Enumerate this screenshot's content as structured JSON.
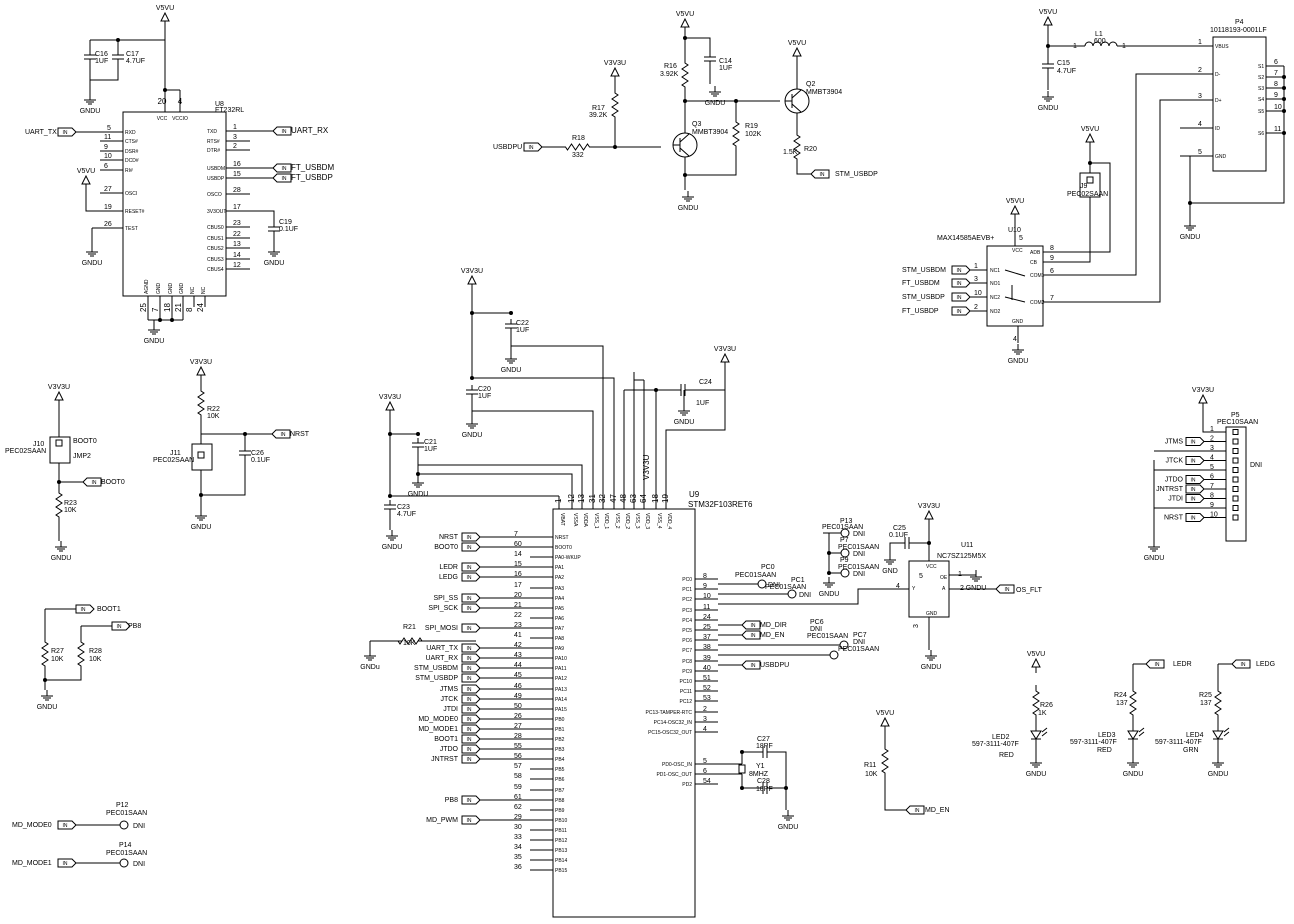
{
  "page": {
    "title": ""
  },
  "nets": {
    "v5vu": "V5VU",
    "v3v3u": "V3V3U",
    "gndu": "GNDU",
    "gndu_lower": "GNDu",
    "gnd": "GND",
    "dni": "DNI",
    "in_tag": "IN"
  },
  "components": {
    "c16": {
      "ref": "C16",
      "value": "1UF"
    },
    "c17": {
      "ref": "C17",
      "value": "4.7UF"
    },
    "u8": {
      "ref": "U8",
      "part": "FT232RL",
      "left_nets": [
        {
          "net": "UART_TX",
          "pin": "5",
          "pin_label": "RXD"
        }
      ],
      "left_pins": [
        {
          "pin": "11",
          "pin_label": "CTS#"
        },
        {
          "pin": "9",
          "pin_label": "DSR#"
        },
        {
          "pin": "10",
          "pin_label": "DCD#"
        },
        {
          "pin": "6",
          "pin_label": "RI#"
        },
        {
          "pin": "27",
          "pin_label": "OSCI"
        },
        {
          "pin": "19",
          "pin_label": "RESET#"
        },
        {
          "pin": "26",
          "pin_label": "TEST"
        }
      ],
      "right_pins": [
        {
          "pin": "1",
          "pin_label": "TXD",
          "net": "UART_RX"
        },
        {
          "pin": "3",
          "pin_label": "RTS#",
          "net": ""
        },
        {
          "pin": "2",
          "pin_label": "DTR#",
          "net": ""
        },
        {
          "pin": "16",
          "pin_label": "USBDM",
          "net": "FT_USBDM"
        },
        {
          "pin": "15",
          "pin_label": "USBDP",
          "net": "FT_USBDP"
        },
        {
          "pin": "28",
          "pin_label": "OSCO",
          "net": ""
        },
        {
          "pin": "17",
          "pin_label": "3V3OUT",
          "net": ""
        },
        {
          "pin": "23",
          "pin_label": "CBUS0",
          "net": ""
        },
        {
          "pin": "22",
          "pin_label": "CBUS1",
          "net": ""
        },
        {
          "pin": "13",
          "pin_label": "CBUS2",
          "net": ""
        },
        {
          "pin": "14",
          "pin_label": "CBUS3",
          "net": ""
        },
        {
          "pin": "12",
          "pin_label": "CBUS4",
          "net": ""
        }
      ],
      "top_pins": [
        {
          "pin": "20",
          "pin_label": "VCC"
        },
        {
          "pin": "4",
          "pin_label": "VCCIO"
        }
      ],
      "bottom_pins": [
        {
          "pin": "25",
          "pin_label": "AGND"
        },
        {
          "pin": "7",
          "pin_label": "GND"
        },
        {
          "pin": "18",
          "pin_label": "GND"
        },
        {
          "pin": "21",
          "pin_label": "GND"
        },
        {
          "pin": "8",
          "pin_label": "NC"
        },
        {
          "pin": "24",
          "pin_label": "NC"
        }
      ]
    },
    "c19": {
      "ref": "C19",
      "value": "0.1UF"
    },
    "c14": {
      "ref": "C14",
      "value": "1UF"
    },
    "r16": {
      "ref": "R16",
      "value": "3.92K"
    },
    "r17": {
      "ref": "R17",
      "value": "39.2K"
    },
    "r18": {
      "ref": "R18",
      "value": "332"
    },
    "q3": {
      "ref": "Q3",
      "part": "MMBT3904"
    },
    "r19": {
      "ref": "R19",
      "value": "102K"
    },
    "q2": {
      "ref": "Q2",
      "part": "MMBT3904"
    },
    "r20": {
      "ref": "R20",
      "value": "1.5K"
    },
    "usbdpu": "USBDPU",
    "stm_usbdp_out": "STM_USBDP",
    "l1": {
      "ref": "L1",
      "value": "600"
    },
    "c15": {
      "ref": "C15",
      "value": "4.7UF"
    },
    "p4": {
      "ref": "P4",
      "part": "10118193-0001LF",
      "pins": [
        {
          "pin": "1",
          "pin_label": "VBUS"
        },
        {
          "pin": "2",
          "pin_label": "D-"
        },
        {
          "pin": "3",
          "pin_label": "D+"
        },
        {
          "pin": "4",
          "pin_label": "ID"
        },
        {
          "pin": "5",
          "pin_label": "GND"
        }
      ],
      "shield_pins": [
        {
          "pin": "6",
          "pin_label": "S1"
        },
        {
          "pin": "7",
          "pin_label": "S2"
        },
        {
          "pin": "8",
          "pin_label": "S3"
        },
        {
          "pin": "9",
          "pin_label": "S4"
        },
        {
          "pin": "10",
          "pin_label": "S5"
        },
        {
          "pin": "11",
          "pin_label": "S6"
        }
      ]
    },
    "j9": {
      "ref": "J9",
      "part": "PEC02SAAN"
    },
    "u10": {
      "ref": "U10",
      "part": "MAX14585AEVB+",
      "left": [
        {
          "net": "STM_USBDM",
          "pin": "1",
          "pin_label": "NC1"
        },
        {
          "net": "FT_USBDM",
          "pin": "3",
          "pin_label": "NO1"
        },
        {
          "net": "STM_USBDP",
          "pin": "10",
          "pin_label": "NC2"
        },
        {
          "net": "FT_USBDP",
          "pin": "2",
          "pin_label": "NO2"
        }
      ],
      "right": [
        {
          "pin": "8",
          "pin_label": "ADB"
        },
        {
          "pin": "9",
          "pin_label": "CB"
        },
        {
          "pin": "6",
          "pin_label": "COM1"
        },
        {
          "pin": "7",
          "pin_label": "COM2"
        }
      ],
      "top": {
        "pin": "5",
        "pin_label": "VCC"
      },
      "bottom": {
        "pin": "4",
        "pin_label": "GND"
      }
    },
    "c22": {
      "ref": "C22",
      "value": "1UF"
    },
    "c20": {
      "ref": "C20",
      "value": "1UF"
    },
    "c21": {
      "ref": "C21",
      "value": "1UF"
    },
    "c23": {
      "ref": "C23",
      "value": "4.7UF"
    },
    "c24": {
      "ref": "C24",
      "value": "1UF"
    },
    "u9": {
      "ref": "U9",
      "part": "STM32F103RET6",
      "top_pins": [
        {
          "pin": "1",
          "pin_label": "VBAT"
        },
        {
          "pin": "12",
          "pin_label": "VSSA"
        },
        {
          "pin": "13",
          "pin_label": "VDDA"
        },
        {
          "pin": "31",
          "pin_label": "VSS_1"
        },
        {
          "pin": "32",
          "pin_label": "VDD_1"
        },
        {
          "pin": "47",
          "pin_label": "VSS_2"
        },
        {
          "pin": "48",
          "pin_label": "VDD_2"
        },
        {
          "pin": "63",
          "pin_label": "VSS_3"
        },
        {
          "pin": "64",
          "pin_label": "VDD_3"
        },
        {
          "pin": "18",
          "pin_label": "VSS_4"
        },
        {
          "pin": "19",
          "pin_label": "VDD_4"
        }
      ],
      "left_pins": [
        {
          "net": "NRST",
          "pin": "7",
          "pin_label": "NRST",
          "tag": true
        },
        {
          "net": "BOOT0",
          "pin": "60",
          "pin_label": "BOOT0",
          "tag": true
        },
        {
          "net": "",
          "pin": "14",
          "pin_label": "PA0-WKUP",
          "tag": false
        },
        {
          "net": "LEDR",
          "pin": "15",
          "pin_label": "PA1",
          "tag": true
        },
        {
          "net": "LEDG",
          "pin": "16",
          "pin_label": "PA2",
          "tag": true
        },
        {
          "net": "",
          "pin": "17",
          "pin_label": "PA3",
          "tag": false
        },
        {
          "net": "SPI_SS",
          "pin": "20",
          "pin_label": "PA4",
          "tag": true
        },
        {
          "net": "SPI_SCK",
          "pin": "21",
          "pin_label": "PA5",
          "tag": true
        },
        {
          "net": "",
          "pin": "22",
          "pin_label": "PA6",
          "tag": false
        },
        {
          "net": "SPI_MOSI",
          "pin": "23",
          "pin_label": "PA7",
          "tag": true
        },
        {
          "net": "",
          "pin": "41",
          "pin_label": "PA8",
          "tag": false
        },
        {
          "net": "UART_TX",
          "pin": "42",
          "pin_label": "PA9",
          "tag": true
        },
        {
          "net": "UART_RX",
          "pin": "43",
          "pin_label": "PA10",
          "tag": true
        },
        {
          "net": "STM_USBDM",
          "pin": "44",
          "pin_label": "PA11",
          "tag": true
        },
        {
          "net": "STM_USBDP",
          "pin": "45",
          "pin_label": "PA12",
          "tag": true
        },
        {
          "net": "JTMS",
          "pin": "46",
          "pin_label": "PA13",
          "tag": true
        },
        {
          "net": "JTCK",
          "pin": "49",
          "pin_label": "PA14",
          "tag": true
        },
        {
          "net": "JTDI",
          "pin": "50",
          "pin_label": "PA15",
          "tag": true
        },
        {
          "net": "MD_MODE0",
          "pin": "26",
          "pin_label": "PB0",
          "tag": true
        },
        {
          "net": "MD_MODE1",
          "pin": "27",
          "pin_label": "PB1",
          "tag": true
        },
        {
          "net": "BOOT1",
          "pin": "28",
          "pin_label": "PB2",
          "tag": true
        },
        {
          "net": "JTDO",
          "pin": "55",
          "pin_label": "PB3",
          "tag": true
        },
        {
          "net": "JNTRST",
          "pin": "56",
          "pin_label": "PB4",
          "tag": true
        },
        {
          "net": "",
          "pin": "57",
          "pin_label": "PB5",
          "tag": false
        },
        {
          "net": "",
          "pin": "58",
          "pin_label": "PB6",
          "tag": false
        },
        {
          "net": "",
          "pin": "59",
          "pin_label": "PB7",
          "tag": false
        },
        {
          "net": "PB8",
          "pin": "61",
          "pin_label": "PB8",
          "tag": true
        },
        {
          "net": "",
          "pin": "62",
          "pin_label": "PB9",
          "tag": false
        },
        {
          "net": "MD_PWM",
          "pin": "29",
          "pin_label": "PB10",
          "tag": true
        },
        {
          "net": "",
          "pin": "30",
          "pin_label": "PB11",
          "tag": false
        },
        {
          "net": "",
          "pin": "33",
          "pin_label": "PB12",
          "tag": false
        },
        {
          "net": "",
          "pin": "34",
          "pin_label": "PB13",
          "tag": false
        },
        {
          "net": "",
          "pin": "35",
          "pin_label": "PB14",
          "tag": false
        },
        {
          "net": "",
          "pin": "36",
          "pin_label": "PB15",
          "tag": false
        }
      ],
      "right_pins": [
        {
          "pin": "8",
          "pin_label": "PC0"
        },
        {
          "pin": "9",
          "pin_label": "PC1"
        },
        {
          "pin": "10",
          "pin_label": "PC2"
        },
        {
          "pin": "11",
          "pin_label": "PC3"
        },
        {
          "pin": "24",
          "pin_label": "PC4"
        },
        {
          "pin": "25",
          "pin_label": "PC5"
        },
        {
          "pin": "37",
          "pin_label": "PC6"
        },
        {
          "pin": "38",
          "pin_label": "PC7"
        },
        {
          "pin": "39",
          "pin_label": "PC8"
        },
        {
          "pin": "40",
          "pin_label": "PC9"
        },
        {
          "pin": "51",
          "pin_label": "PC10"
        },
        {
          "pin": "52",
          "pin_label": "PC11"
        },
        {
          "pin": "53",
          "pin_label": "PC12"
        },
        {
          "pin": "2",
          "pin_label": "PC13-TAMPER-RTC"
        },
        {
          "pin": "3",
          "pin_label": "PC14-OSC32_IN"
        },
        {
          "pin": "4",
          "pin_label": "PC15-OSC32_OUT"
        },
        {
          "pin": "5",
          "pin_label": "PD0-OSC_IN"
        },
        {
          "pin": "6",
          "pin_label": "PD1-OSC_OUT"
        },
        {
          "pin": "54",
          "pin_label": "PD2"
        }
      ]
    },
    "md_dir": "MD_DIR",
    "md_en": "MD_EN",
    "usbdpu_stm": "USBDPU",
    "pc0": {
      "ref": "PC0",
      "part": "PEC01SAAN"
    },
    "pc1": {
      "ref": "PC1",
      "part": "PEC01SAAN"
    },
    "pc6": {
      "ref": "PC6",
      "part": "PEC01SAAN"
    },
    "pc7": {
      "ref": "PC7",
      "part": "PEC01SAAN"
    },
    "p13": {
      "ref": "P13",
      "part": "PEC01SAAN"
    },
    "p7": {
      "ref": "P7",
      "part": "PEC01SAAN"
    },
    "p9": {
      "ref": "P9",
      "part": "PEC01SAAN"
    },
    "c25": {
      "ref": "C25",
      "value": "0.1UF"
    },
    "u11": {
      "ref": "U11",
      "part": "NC7SZ125M5X",
      "net": "OS_FLT",
      "pins": [
        {
          "pin": "1",
          "pin_label": "OE"
        },
        {
          "pin": "2",
          "pin_label": "A"
        },
        {
          "pin": "4",
          "pin_label": "Y"
        },
        {
          "pin": "5",
          "pin_label": "VCC"
        },
        {
          "pin": "3",
          "pin_label": "GND"
        }
      ]
    },
    "r21": {
      "ref": "R21",
      "value": "10K"
    },
    "c27": {
      "ref": "C27",
      "value": "18PF"
    },
    "c28": {
      "ref": "C28",
      "value": "18PF"
    },
    "y1": {
      "ref": "Y1",
      "value": "8MHZ"
    },
    "r11": {
      "ref": "R11",
      "value": "10K"
    },
    "r22": {
      "ref": "R22",
      "value": "10K"
    },
    "c26": {
      "ref": "C26",
      "value": "0.1UF"
    },
    "j11": {
      "ref": "J11",
      "part": "PEC02SAAN"
    },
    "nrst": "NRST",
    "j10": {
      "ref": "J10",
      "part": "PEC02SAAN",
      "jumper": "JMP2",
      "net": "BOOT0"
    },
    "r23": {
      "ref": "R23",
      "value": "10K"
    },
    "r27": {
      "ref": "R27",
      "value": "10K"
    },
    "r28": {
      "ref": "R28",
      "value": "10K"
    },
    "boot1": "BOOT1",
    "pb8": "PB8",
    "p12": {
      "ref": "P12",
      "part": "PEC01SAAN",
      "net": "MD_MODE0"
    },
    "p14": {
      "ref": "P14",
      "part": "PEC01SAAN",
      "net": "MD_MODE1"
    },
    "r26": {
      "ref": "R26",
      "value": "1K"
    },
    "led2": {
      "ref": "LED2",
      "part": "597-3111-407F",
      "color": "RED"
    },
    "r24": {
      "ref": "R24",
      "value": "137",
      "net": "LEDR"
    },
    "led3": {
      "ref": "LED3",
      "part": "597-3111-407F",
      "color": "RED"
    },
    "r25": {
      "ref": "R25",
      "value": "137",
      "net": "LEDG"
    },
    "led4": {
      "ref": "LED4",
      "part": "597-3111-407F",
      "color": "GRN"
    },
    "p5": {
      "ref": "P5",
      "part": "PEC10SAAN",
      "pins": [
        {
          "pin": "1",
          "net": ""
        },
        {
          "pin": "2",
          "net": "JTMS"
        },
        {
          "pin": "3",
          "net": ""
        },
        {
          "pin": "4",
          "net": "JTCK"
        },
        {
          "pin": "5",
          "net": ""
        },
        {
          "pin": "6",
          "net": "JTDO"
        },
        {
          "pin": "7",
          "net": "JNTRST"
        },
        {
          "pin": "8",
          "net": "JTDI"
        },
        {
          "pin": "9",
          "net": ""
        },
        {
          "pin": "10",
          "net": "NRST"
        }
      ]
    }
  }
}
